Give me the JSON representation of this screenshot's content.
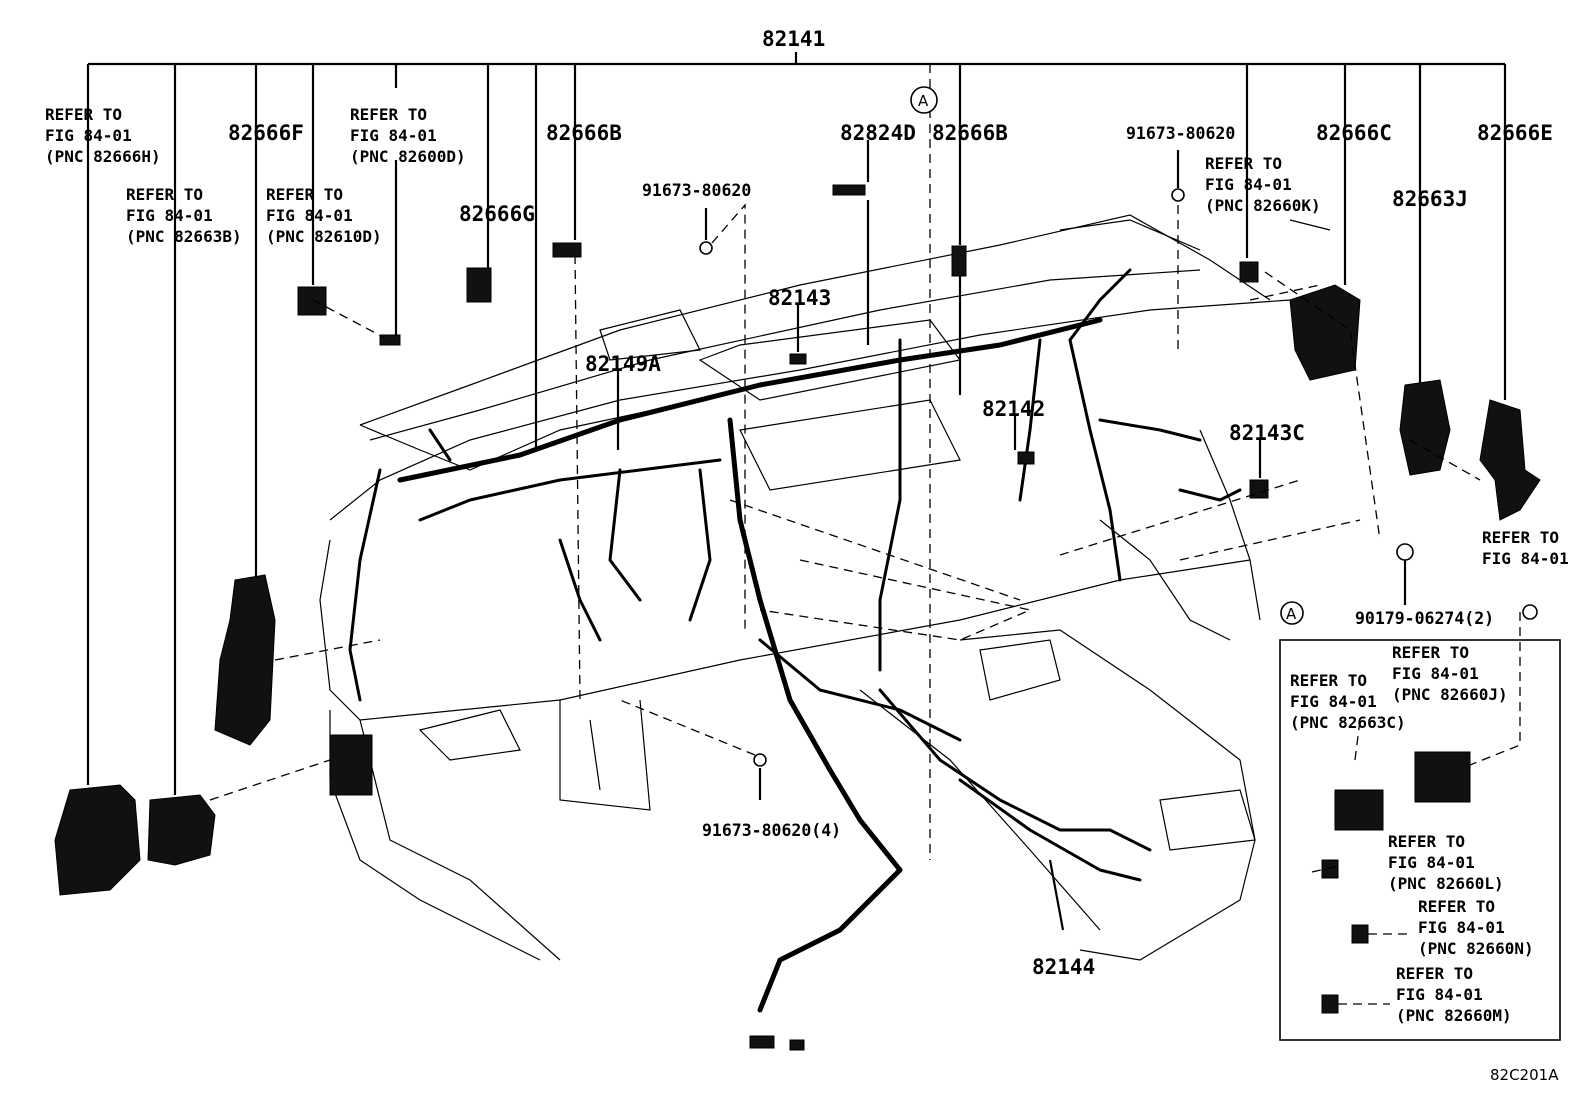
{
  "diagram_code": "82C201A",
  "main_part": "82141",
  "callout_marker": "A",
  "labels": {
    "p82666F": "82666F",
    "p82666B_left": "82666B",
    "p82666B_right": "82666B",
    "p82666G": "82666G",
    "p82824D": "82824D",
    "p82666C": "82666C",
    "p82666E": "82666E",
    "p82663J": "82663J",
    "p82143": "82143",
    "p82149A": "82149A",
    "p82142": "82142",
    "p82143C": "82143C",
    "p82144": "82144",
    "bolt_top_mid": "91673-80620",
    "bolt_top_right": "91673-80620",
    "bolt_bottom": "91673-80620(4)",
    "clip": "90179-06274(2)"
  },
  "refer": {
    "r82666H": [
      "REFER TO",
      "FIG 84-01",
      "(PNC 82666H)"
    ],
    "r82663B": [
      "REFER TO",
      "FIG 84-01",
      "(PNC 82663B)"
    ],
    "r82610D": [
      "REFER TO",
      "FIG 84-01",
      "(PNC 82610D)"
    ],
    "r82600D": [
      "REFER TO",
      "FIG 84-01",
      "(PNC 82600D)"
    ],
    "r82660K": [
      "REFER TO",
      "FIG 84-01",
      "(PNC 82660K)"
    ],
    "r_side": [
      "REFER TO",
      "FIG 84-01"
    ],
    "r82660J": [
      "REFER TO",
      "FIG 84-01",
      "(PNC 82660J)"
    ],
    "r82663C": [
      "REFER TO",
      "FIG 84-01",
      "(PNC 82663C)"
    ],
    "r82660L": [
      "REFER TO",
      "FIG 84-01",
      "(PNC 82660L)"
    ],
    "r82660N": [
      "REFER TO",
      "FIG 84-01",
      "(PNC 82660N)"
    ],
    "r82660M": [
      "REFER TO",
      "FIG 84-01",
      "(PNC 82660M)"
    ]
  }
}
